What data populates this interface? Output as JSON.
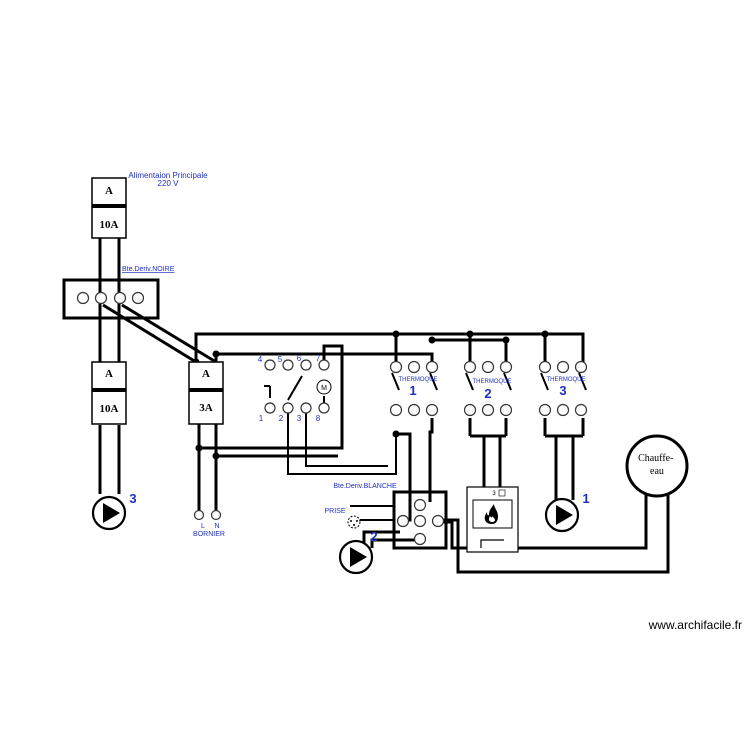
{
  "breakers": {
    "main_top": "A",
    "main_rating": "10A",
    "pump3_top": "A",
    "pump3_rating": "10A",
    "aux_top": "A",
    "aux_rating": "3A"
  },
  "labels": {
    "power_title": "Alimentaion Principale",
    "power_voltage": "220 V",
    "box_black": "Bte.Deriv.NOIRE",
    "box_white": "Bte.Deriv.BLANCHE",
    "socket": "PRISE",
    "terminal_l": "L",
    "terminal_n": "N",
    "terminal_block": "BORNIER",
    "water_heater": "Chauffe-eau"
  },
  "timer": {
    "top_terminals": [
      "4",
      "5",
      "6",
      "7"
    ],
    "bottom_terminals": [
      "1",
      "2",
      "3",
      "8"
    ],
    "motor_symbol": "M"
  },
  "thermostats": [
    {
      "label": "THERMOQUE",
      "number": "1"
    },
    {
      "label": "THERMOQUE",
      "number": "2"
    },
    {
      "label": "THERMOQUE",
      "number": "3"
    }
  ],
  "pumps": [
    {
      "number": "3"
    },
    {
      "number": "2"
    },
    {
      "number": "1"
    }
  ],
  "boiler": {
    "badge": "3"
  },
  "watermark": "www.archifacile.fr"
}
